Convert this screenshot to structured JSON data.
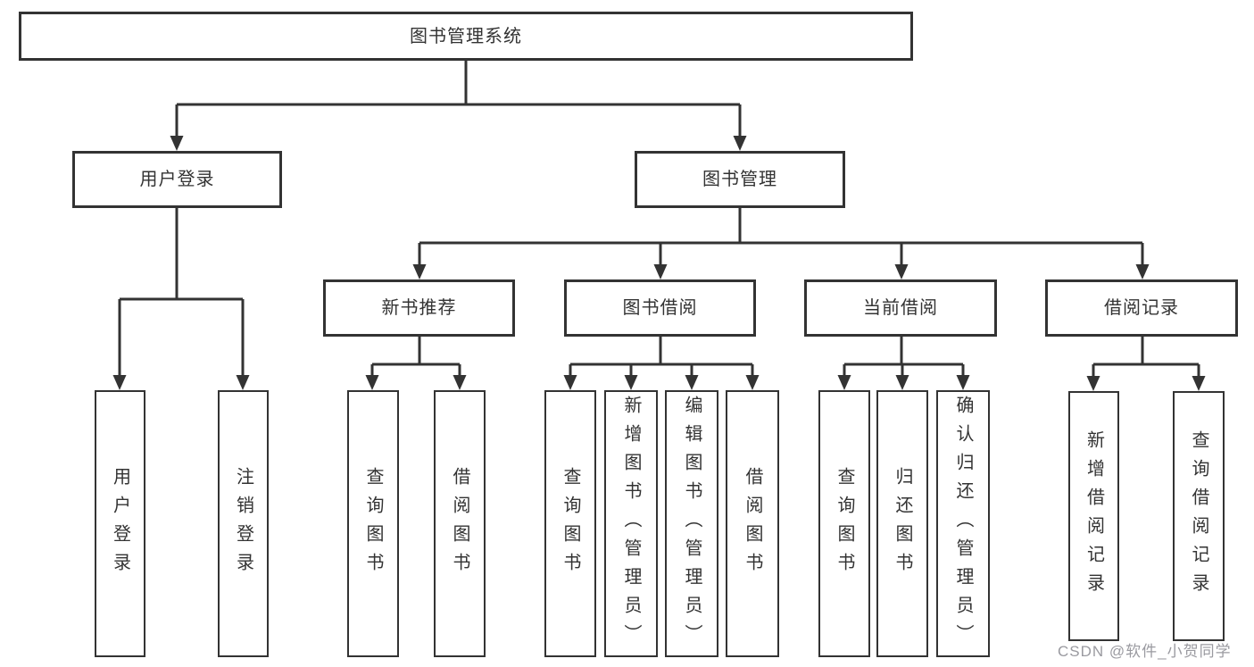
{
  "tree": {
    "label": "图书管理系统",
    "children": [
      {
        "label": "用户登录",
        "children": [
          {
            "label": "用户登录"
          },
          {
            "label": "注销登录"
          }
        ]
      },
      {
        "label": "图书管理",
        "children": [
          {
            "label": "新书推荐",
            "children": [
              {
                "label": "查询图书"
              },
              {
                "label": "借阅图书"
              }
            ]
          },
          {
            "label": "图书借阅",
            "children": [
              {
                "label": "查询图书"
              },
              {
                "label": "新增图书（管理员）"
              },
              {
                "label": "编辑图书（管理员）"
              },
              {
                "label": "借阅图书"
              }
            ]
          },
          {
            "label": "当前借阅",
            "children": [
              {
                "label": "查询图书"
              },
              {
                "label": "归还图书"
              },
              {
                "label": "确认归还（管理员）"
              }
            ]
          },
          {
            "label": "借阅记录",
            "children": [
              {
                "label": "新增借阅记录"
              },
              {
                "label": "查询借阅记录"
              }
            ]
          }
        ]
      }
    ]
  },
  "watermark": "CSDN @软件_小贺同学",
  "colors": {
    "line": "#333333",
    "text": "#333333",
    "box_background": "#ffffff",
    "watermark": "#9a9aa0"
  }
}
